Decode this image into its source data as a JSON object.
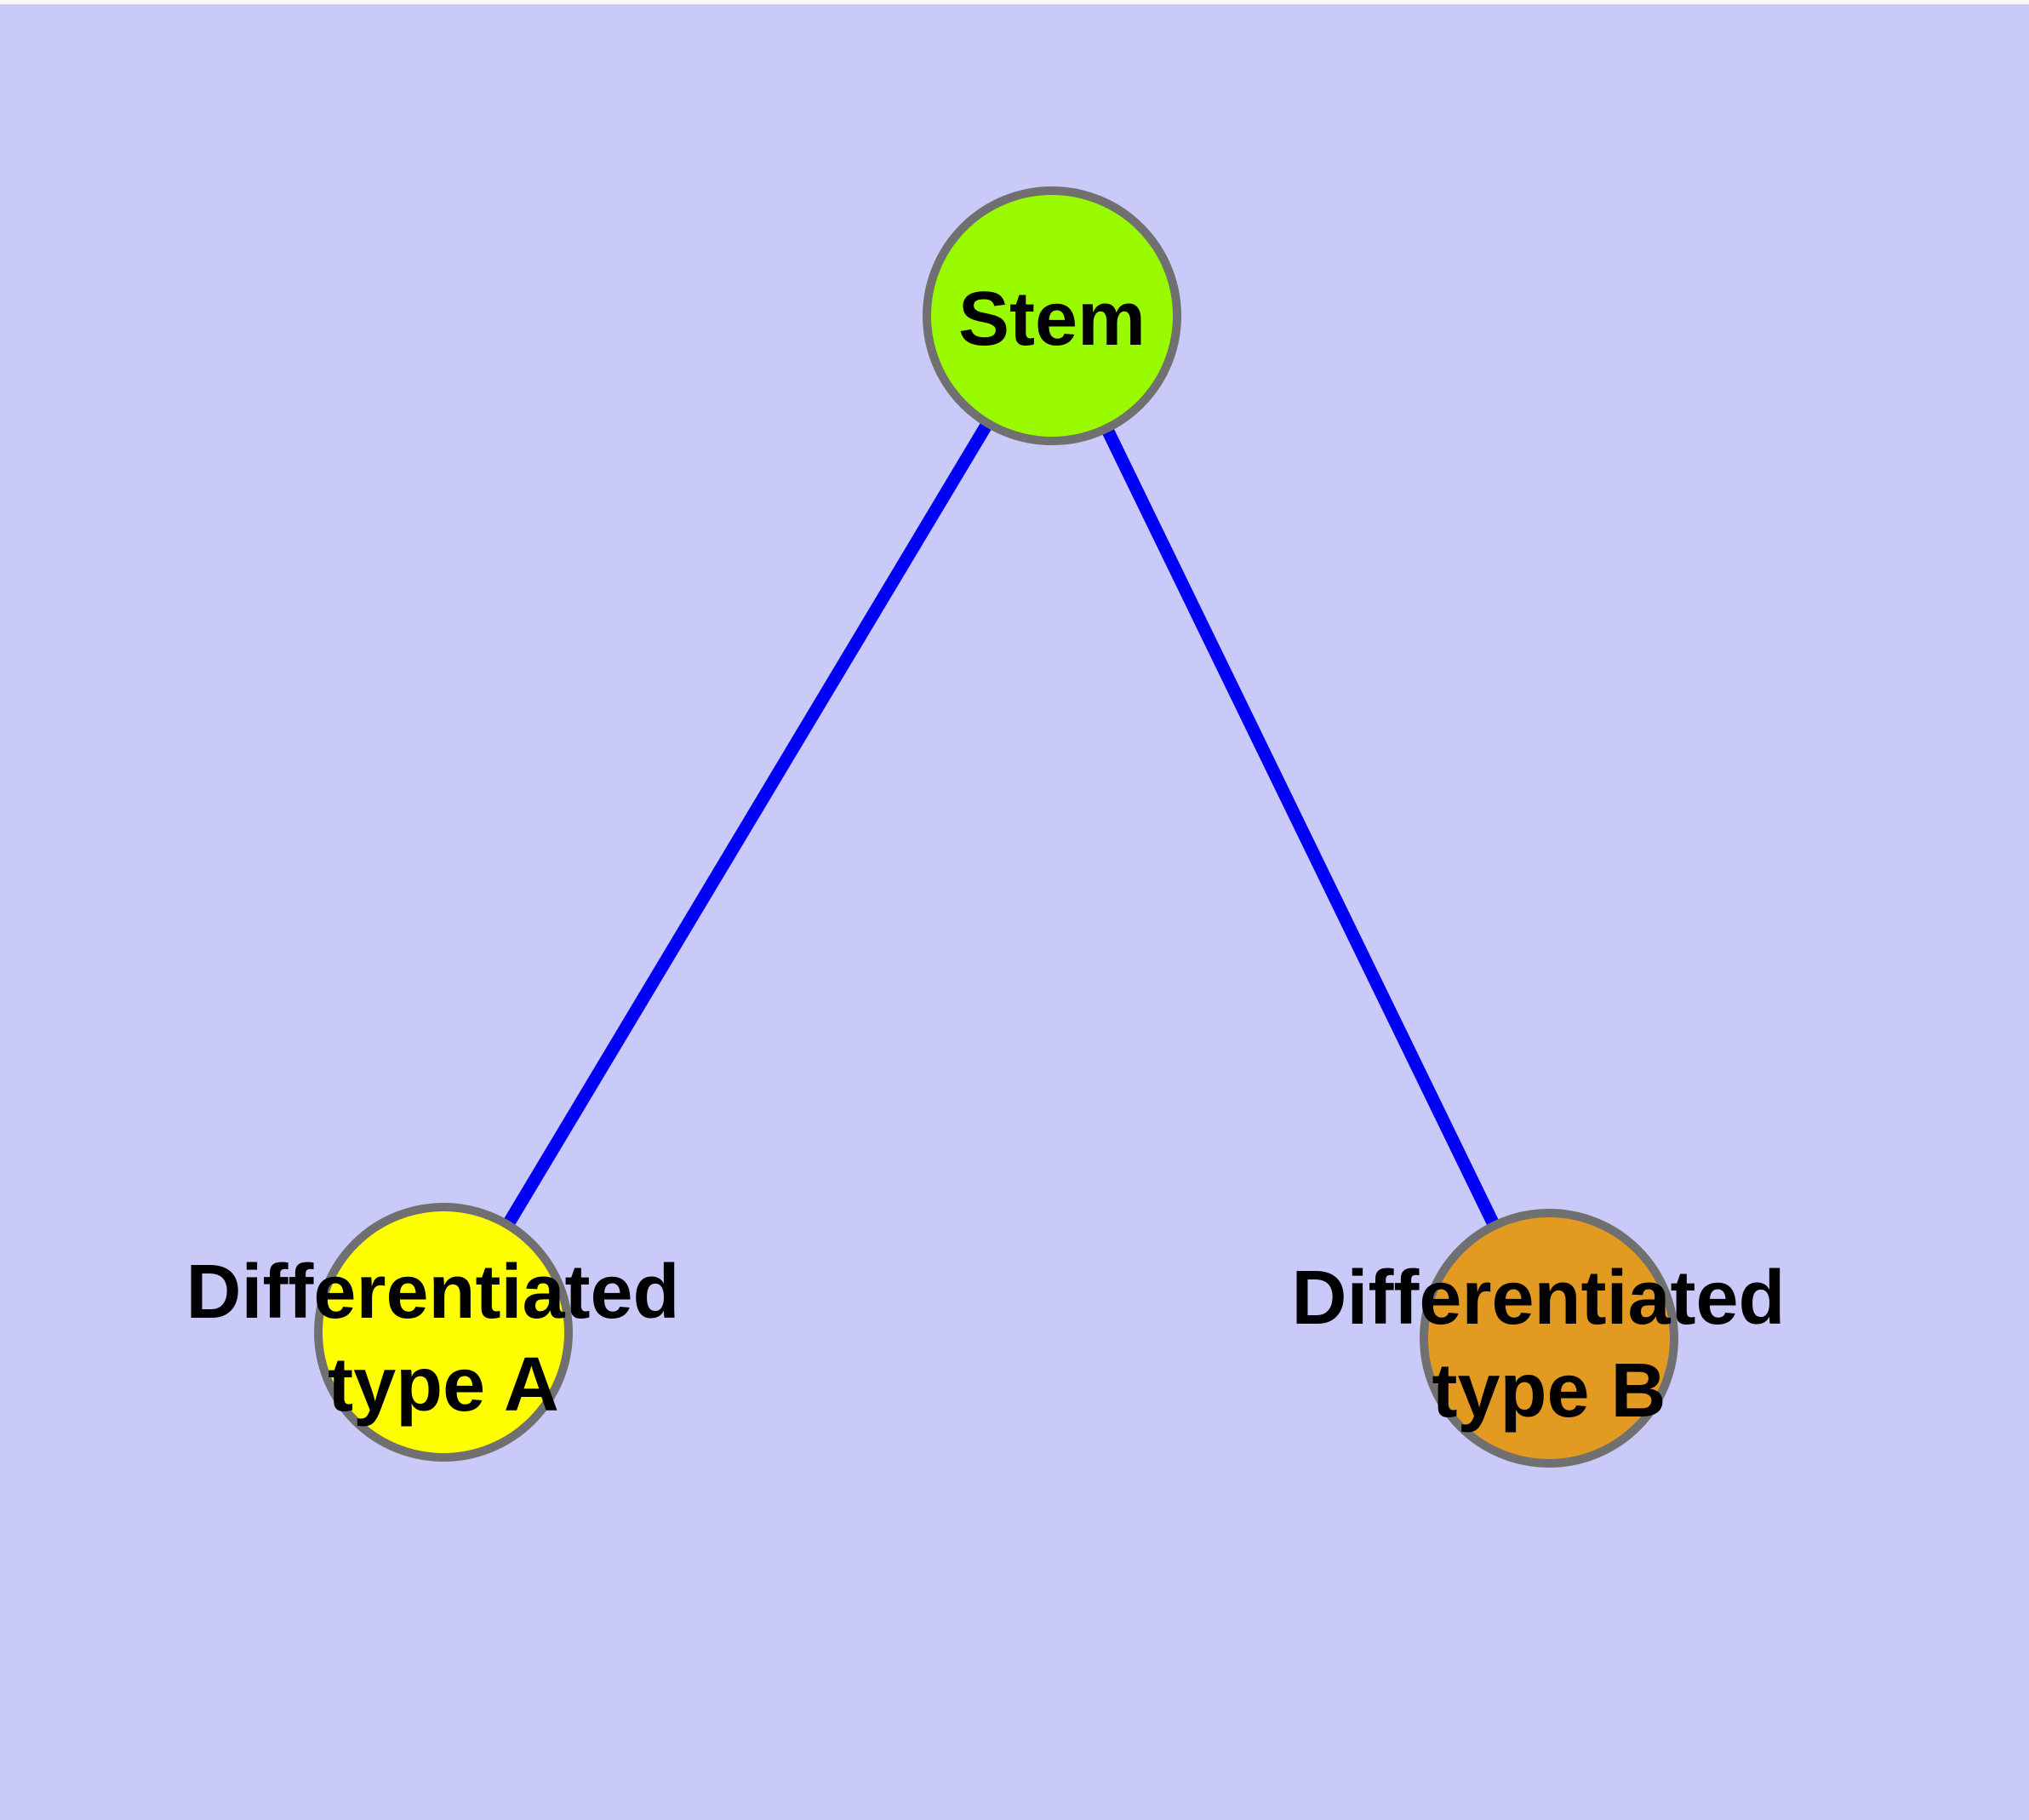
{
  "diagram": {
    "colors": {
      "background": "#CACAF9",
      "top_strip": "#F7F7F7",
      "edge": "#0000F5",
      "node_border": "#707070",
      "label_text": "#000000",
      "stem_fill": "#9AFB00",
      "type_a_fill": "#FFFF00",
      "type_b_fill": "#E29A20"
    },
    "nodes": {
      "stem": {
        "label": "Stem"
      },
      "type_a": {
        "label_line1": "Differentiated",
        "label_line2": "type A"
      },
      "type_b": {
        "label_line1": "Differentiated",
        "label_line2": "type B"
      }
    },
    "edges": [
      {
        "from": "Stem",
        "to": "Differentiated type A"
      },
      {
        "from": "Stem",
        "to": "Differentiated type B"
      }
    ]
  }
}
